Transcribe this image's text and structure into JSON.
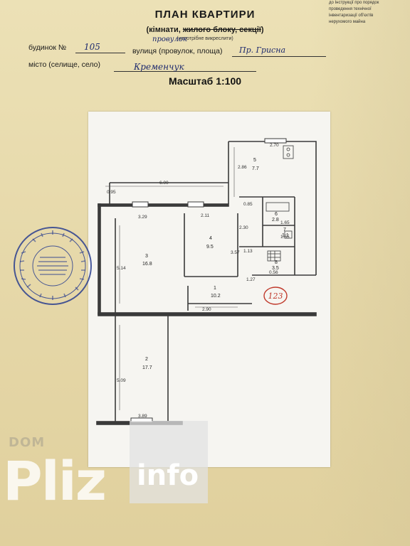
{
  "header": {
    "title": "ПЛАН КВАРТИРИ",
    "subtitle_normal": "(кімнати, ",
    "subtitle_struck": "жилого блоку, секції",
    "subtitle_end": ")",
    "note": "(непотрібне викреслити)"
  },
  "corner_text": {
    "line1": "до Інструкції про порядок",
    "line2": "проведення технічної",
    "line3": "інвентаризації об'єктів",
    "line4": "нерухомого майна"
  },
  "fields": {
    "building_label": "будинок №",
    "building_value": "105",
    "street_label": "вулиця (провулок, площа)",
    "street_handwritten_above": "провулок",
    "street_value": "Пр. Грисна",
    "city_label": "місто (селище, село)",
    "city_value": "Кременчук"
  },
  "scale": "Масштаб 1:100",
  "plan": {
    "dimensions": [
      "2.70",
      "2.86",
      "6.00",
      "0.95",
      "3.29",
      "2.11",
      "5.14",
      "3.57",
      "2.30",
      "1.13",
      "0.85",
      "1.65",
      "1.55",
      "1.27",
      "0.56",
      "2.90",
      "5.09",
      "3.89"
    ],
    "rooms": [
      {
        "num": "5",
        "area": "7.7"
      },
      {
        "num": "4",
        "area": "9.5"
      },
      {
        "num": "3",
        "area": "16.8"
      },
      {
        "num": "1",
        "area": "10.2"
      },
      {
        "num": "2",
        "area": "17.7"
      },
      {
        "num": "6",
        "area": "2.8"
      },
      {
        "num": "7",
        "area": "1.1"
      },
      {
        "num": "8",
        "area": "3.5"
      }
    ],
    "apartment_number": "123"
  },
  "watermark": {
    "small": "DOM",
    "big": "Pliz",
    "box": "info"
  },
  "colors": {
    "paper": "#e6d8a9",
    "ink": "#1a1a1a",
    "pen": "#1d2a6e",
    "stamp": "#2b3f8f",
    "red_mark": "#c0392b"
  }
}
